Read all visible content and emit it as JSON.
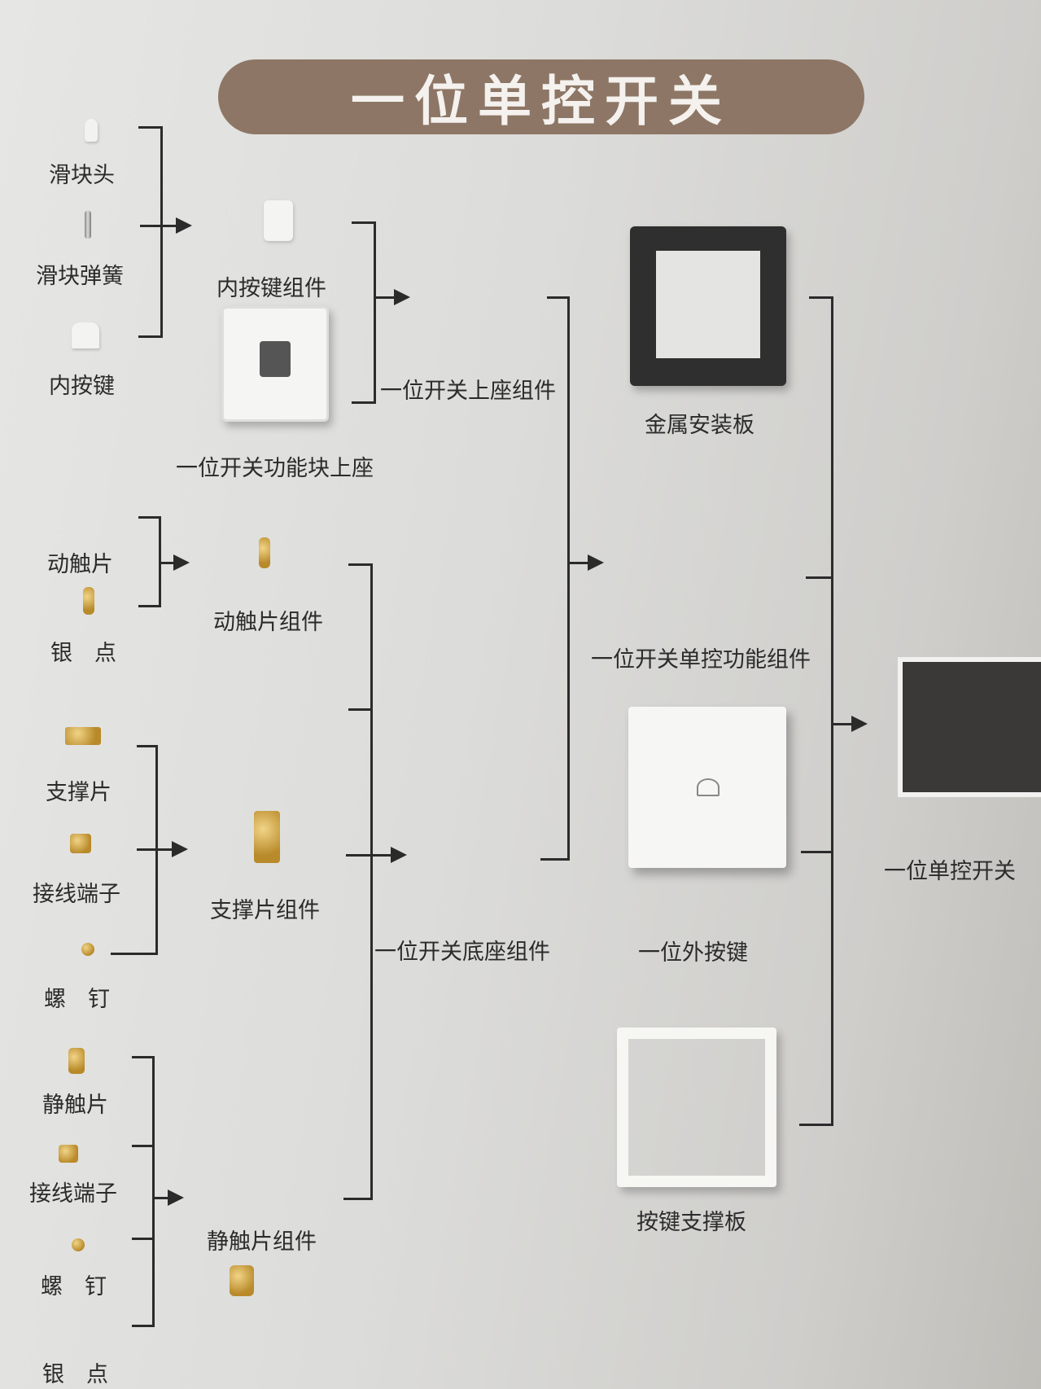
{
  "title": "一位单控开关",
  "col1": {
    "slider_head": "滑块头",
    "slider_spring": "滑块弹簧",
    "inner_key": "内按键",
    "moving_contact": "动触片",
    "silver_point_1": "银　点",
    "support_piece": "支撑片",
    "terminal_1": "接线端子",
    "screw_1": "螺　钉",
    "static_contact": "静触片",
    "terminal_2": "接线端子",
    "screw_2": "螺　钉",
    "silver_point_2": "银　点"
  },
  "col2": {
    "inner_key_assembly": "内按键组件",
    "upper_block": "一位开关功能块上座",
    "moving_contact_assembly": "动触片组件",
    "support_assembly": "支撑片组件",
    "static_contact_assembly": "静触片组件"
  },
  "col3": {
    "upper_seat_assembly": "一位开关上座组件",
    "base_assembly": "一位开关底座组件"
  },
  "col4": {
    "metal_plate": "金属安装板",
    "function_assembly": "一位开关单控功能组件",
    "outer_key": "一位外按键",
    "key_support_plate": "按键支撑板"
  },
  "final": "一位单控开关",
  "colors": {
    "banner": "#8d7665",
    "line": "#2b2b2b",
    "metal_plate": "#2f2f2f"
  }
}
